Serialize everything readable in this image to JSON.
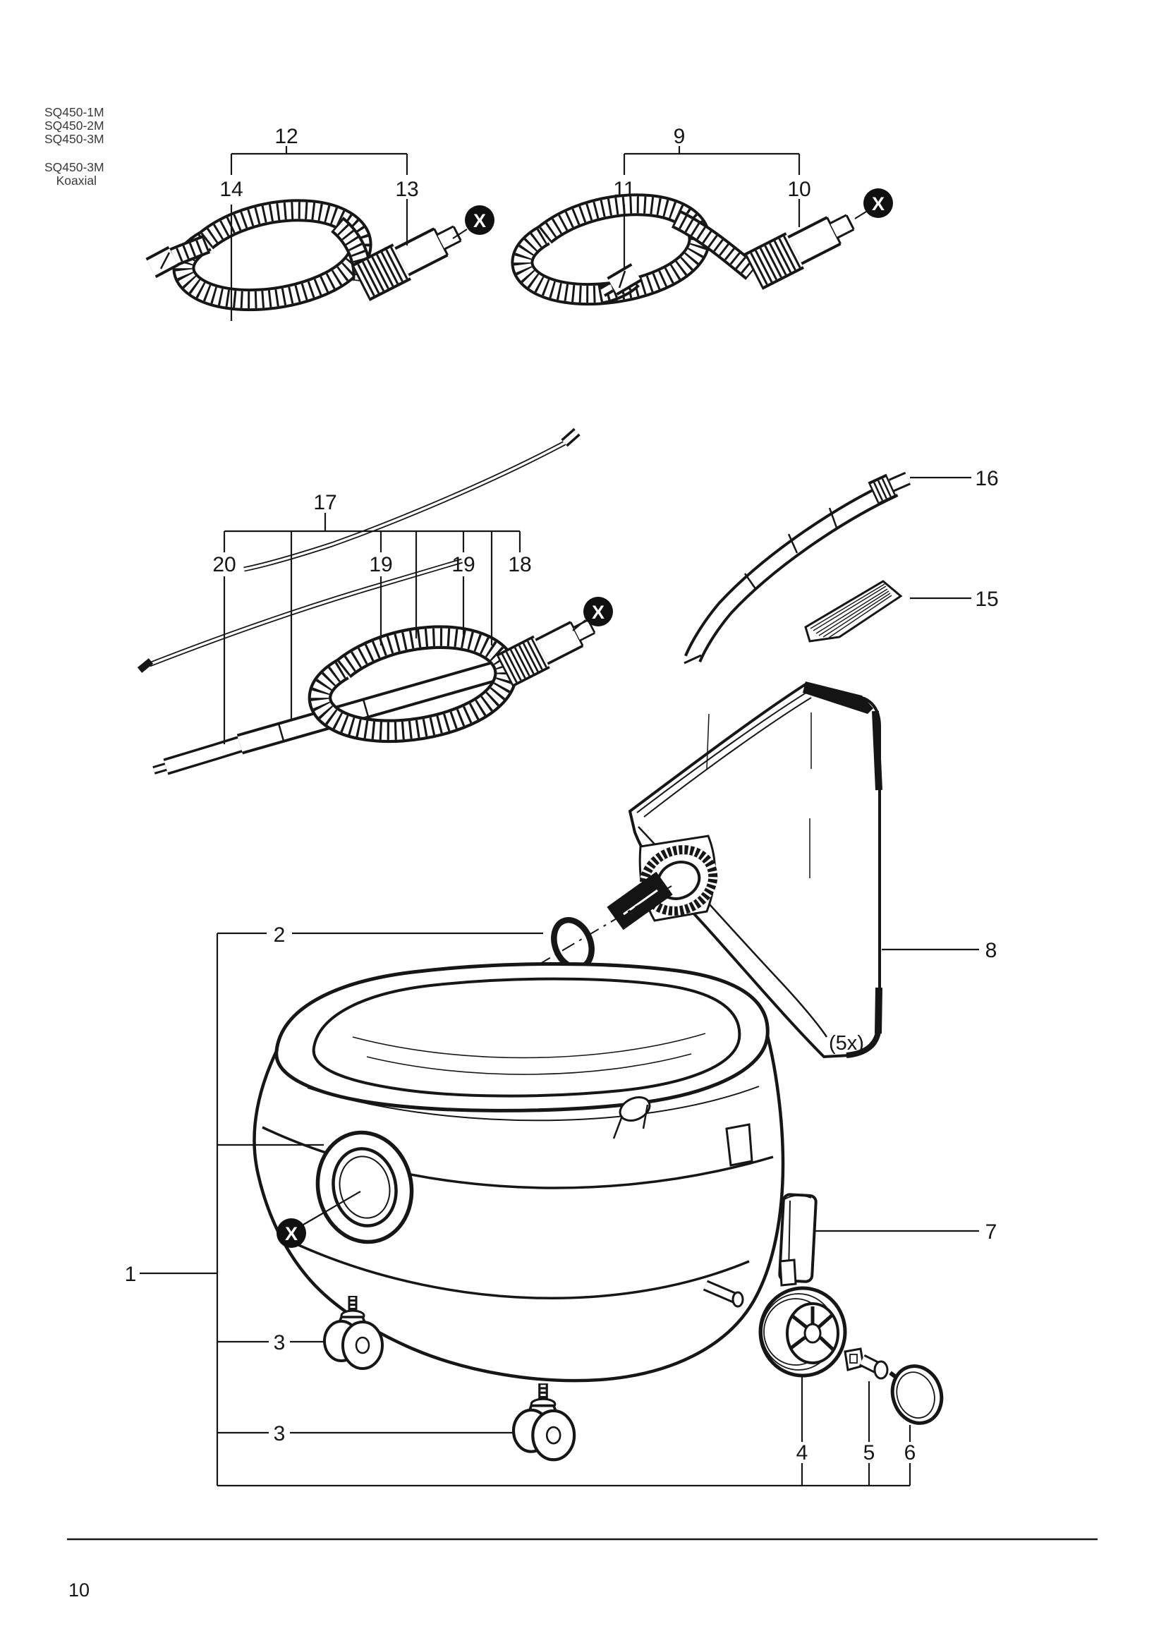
{
  "header": {
    "models": [
      "SQ450-1M",
      "SQ450-2M",
      "SQ450-3M"
    ],
    "variant": {
      "model": "SQ450-3M",
      "name": "Koaxial"
    }
  },
  "footer": {
    "page_number": "10"
  },
  "symbols": {
    "discontinued": "X"
  },
  "notes": {
    "bag_quantity": "(5x)"
  },
  "callouts": {
    "c1": "1",
    "c2": "2",
    "c3a": "3",
    "c3b": "3",
    "c4": "4",
    "c5": "5",
    "c6": "6",
    "c7": "7",
    "c8": "8",
    "c9": "9",
    "c10": "10",
    "c11": "11",
    "c12": "12",
    "c13": "13",
    "c14": "14",
    "c15": "15",
    "c16": "16",
    "c17": "17",
    "c18": "18",
    "c19a": "19",
    "c19b": "19",
    "c20": "20"
  }
}
